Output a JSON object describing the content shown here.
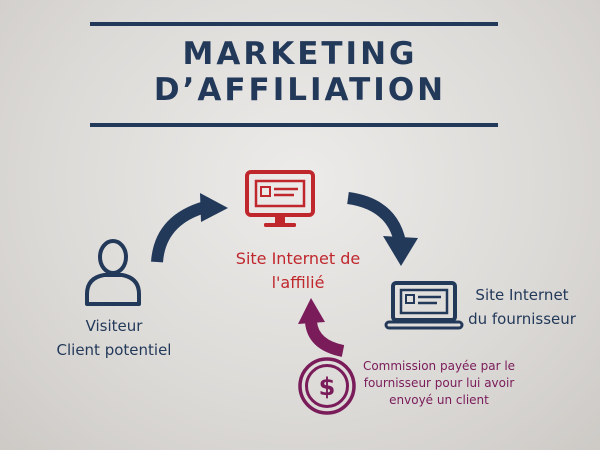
{
  "title": {
    "line1": "MARKETING",
    "line2": "D’AFFILIATION"
  },
  "nodes": {
    "affiliate": {
      "line1": "Site Internet de",
      "line2": "l'affilié"
    },
    "supplier": {
      "line1": "Site Internet",
      "line2": "du fournisseur"
    },
    "visitor": {
      "line1": "Visiteur",
      "line2": "Client potentiel"
    },
    "commission": {
      "line1": "Commission payée par le",
      "line2": "fournisseur pour lui avoir",
      "line3": "envoyé un client",
      "symbol": "$"
    }
  },
  "colors": {
    "navy": "#23395a",
    "red": "#c0272d",
    "purple": "#7a1b5a"
  },
  "icons": [
    "person-icon",
    "monitor-icon",
    "laptop-icon",
    "dollar-coin-icon",
    "arrow-icon"
  ]
}
